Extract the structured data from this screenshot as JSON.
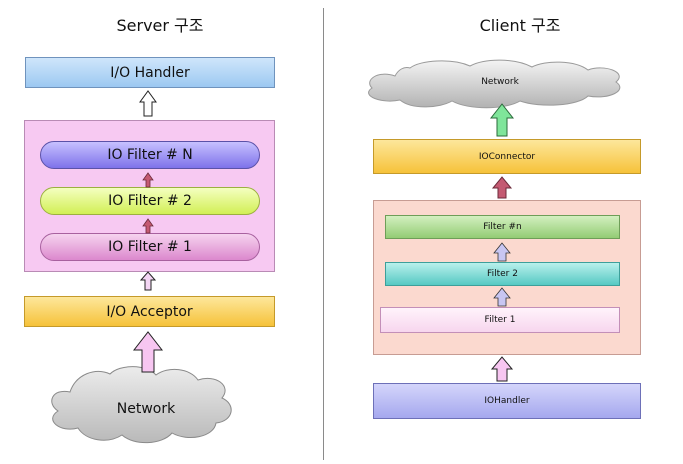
{
  "server": {
    "title": "Server 구조",
    "io_handler": "I/O Handler",
    "filters": [
      "IO Filter # N",
      "IO Filter # 2",
      "IO Filter # 1"
    ],
    "io_acceptor": "I/O Acceptor",
    "network": "Network"
  },
  "client": {
    "title": "Client 구조",
    "network": "Network",
    "io_connector": "IOConnector",
    "filters": [
      "Filter #n",
      "Filter 2",
      "Filter 1"
    ],
    "io_handler": "IOHandler"
  },
  "colors": {
    "handler_blue": "#a9d3f5",
    "filter_group_pink": "#f7c9f2",
    "filter_n_purple": "#8f84f2",
    "filter_2_green": "#dcf56e",
    "filter_1_magenta": "#e59ad8",
    "acceptor_orange": "#f8cf4f",
    "cloud_gray": "#c8c8c8",
    "client_group_peach": "#fbd9cf",
    "client_filter_n_green": "#a8d88a",
    "client_filter_2_teal": "#6fd6d1",
    "client_filter_1_pink": "#fbe3f5",
    "client_handler_lavender": "#b4b6f2",
    "arrow_green": "#7fe59a",
    "arrow_red": "#c45a72",
    "arrow_light": "#f4d6f4",
    "arrow_lavender": "#c8c6f2"
  }
}
